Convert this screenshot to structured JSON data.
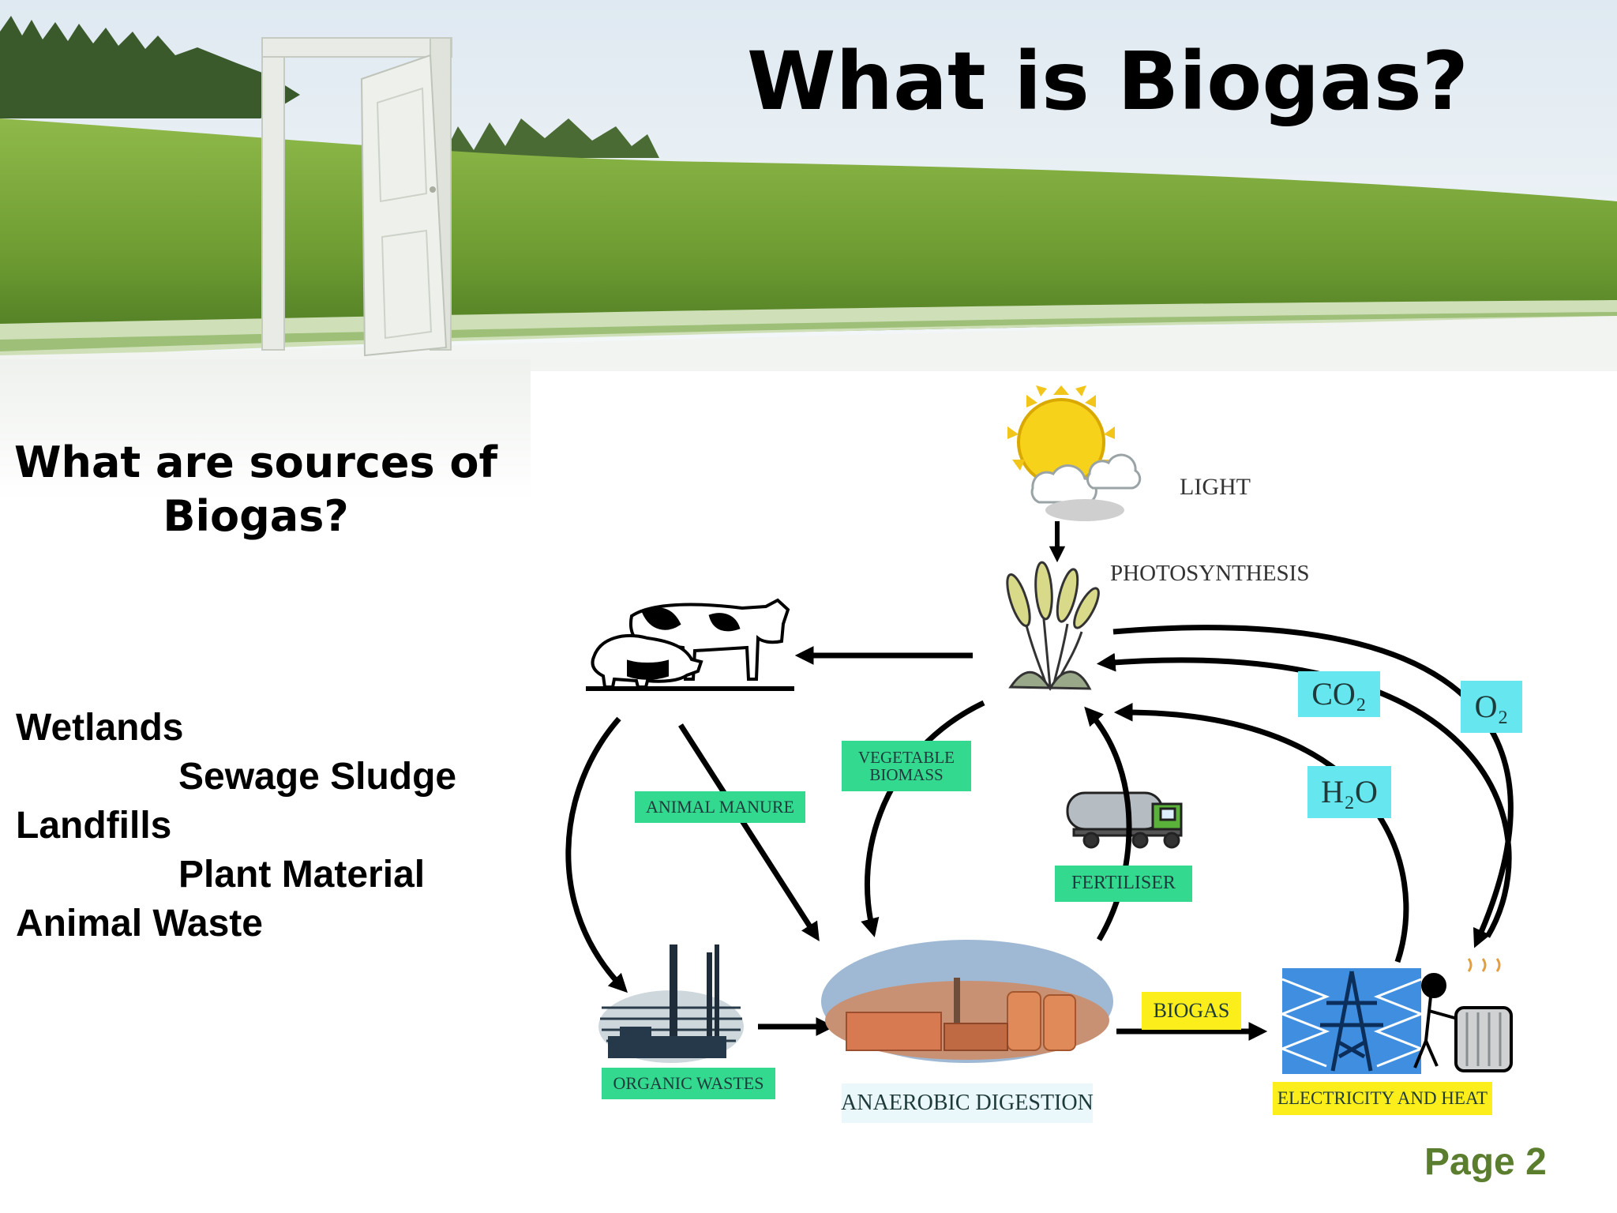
{
  "slide": {
    "title": "What is Biogas?",
    "question": "What are sources of Biogas?",
    "sources": [
      "Wetlands",
      "Sewage Sludge",
      "Landfills",
      "Plant Material",
      "Animal Waste"
    ],
    "page": "Page 2"
  },
  "diagram": {
    "light": "LIGHT",
    "photosynthesis": "PHOTOSYNTHESIS",
    "vegetable_biomass": [
      "VEGETABLE",
      "BIOMASS"
    ],
    "animal_manure": "ANIMAL MANURE",
    "fertiliser": "FERTILISER",
    "organic_wastes": "ORGANIC WASTES",
    "anaerobic_digestion": "ANAEROBIC DIGESTION",
    "biogas": "BIOGAS",
    "electricity_and_heat": "ELECTRICITY AND HEAT",
    "co2": "CO₂",
    "o2": "O₂",
    "h2o": "H₂O"
  },
  "colors": {
    "green_label": "#33d98f",
    "cyan_label": "#66e6ee",
    "yellow_label": "#fbee1a",
    "page_number": "#5a7d2e",
    "grass": "#7fae3c",
    "sky": "#e6eef4"
  },
  "icons": [
    "sun-icon",
    "cloud-icon",
    "wheat-plant-icon",
    "cow-icon",
    "pig-icon",
    "tanker-truck-icon",
    "factory-icon",
    "digester-plant-icon",
    "power-pylon-icon",
    "person-heater-icon",
    "door-icon"
  ]
}
